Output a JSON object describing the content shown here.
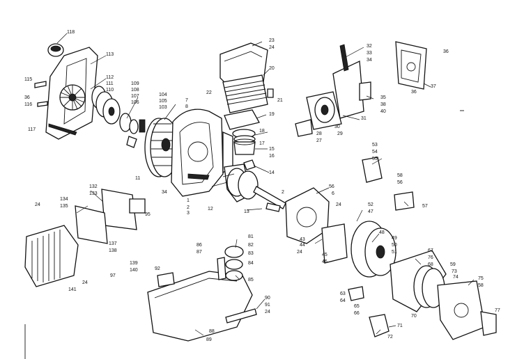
{
  "callouts": [
    {
      "id": "c118",
      "text": "118"
    },
    {
      "id": "c113",
      "text": "113"
    },
    {
      "id": "c115",
      "text": "115"
    },
    {
      "id": "c112",
      "text": "112"
    },
    {
      "id": "c111",
      "text": "111"
    },
    {
      "id": "c36a",
      "text": "36"
    },
    {
      "id": "c110",
      "text": "110"
    },
    {
      "id": "c116",
      "text": "116"
    },
    {
      "id": "c109",
      "text": "109"
    },
    {
      "id": "c108",
      "text": "108"
    },
    {
      "id": "c107",
      "text": "107"
    },
    {
      "id": "c106",
      "text": "106"
    },
    {
      "id": "c104",
      "text": "104"
    },
    {
      "id": "c105",
      "text": "105"
    },
    {
      "id": "c103",
      "text": "103"
    },
    {
      "id": "c117",
      "text": "117"
    },
    {
      "id": "c7",
      "text": "7"
    },
    {
      "id": "c8",
      "text": "8"
    },
    {
      "id": "c23",
      "text": "23"
    },
    {
      "id": "c24a",
      "text": "24"
    },
    {
      "id": "c20",
      "text": "20"
    },
    {
      "id": "c22",
      "text": "22"
    },
    {
      "id": "c21",
      "text": "21"
    },
    {
      "id": "c19",
      "text": "19"
    },
    {
      "id": "c18",
      "text": "18"
    },
    {
      "id": "c17",
      "text": "17"
    },
    {
      "id": "c15",
      "text": "15"
    },
    {
      "id": "c16",
      "text": "16"
    },
    {
      "id": "c14",
      "text": "14"
    },
    {
      "id": "c32a",
      "text": "32"
    },
    {
      "id": "c33",
      "text": "33"
    },
    {
      "id": "c34a",
      "text": "34"
    },
    {
      "id": "c36b",
      "text": "36"
    },
    {
      "id": "c37",
      "text": "37"
    },
    {
      "id": "c36c",
      "text": "36"
    },
    {
      "id": "c35a",
      "text": "35"
    },
    {
      "id": "c38",
      "text": "38"
    },
    {
      "id": "c40",
      "text": "40"
    },
    {
      "id": "c31",
      "text": "31"
    },
    {
      "id": "c30",
      "text": "30"
    },
    {
      "id": "c29",
      "text": "29"
    },
    {
      "id": "c28",
      "text": "28"
    },
    {
      "id": "c27",
      "text": "27"
    },
    {
      "id": "c53",
      "text": "53"
    },
    {
      "id": "c54",
      "text": "54"
    },
    {
      "id": "c55",
      "text": "55"
    },
    {
      "id": "c11",
      "text": "11"
    },
    {
      "id": "c34b",
      "text": "34"
    },
    {
      "id": "c1",
      "text": "1"
    },
    {
      "id": "c2a",
      "text": "2"
    },
    {
      "id": "c3",
      "text": "3"
    },
    {
      "id": "c12",
      "text": "12"
    },
    {
      "id": "c2b",
      "text": "2"
    },
    {
      "id": "c56a",
      "text": "56"
    },
    {
      "id": "c6",
      "text": "6"
    },
    {
      "id": "c58",
      "text": "58"
    },
    {
      "id": "c56b",
      "text": "56"
    },
    {
      "id": "c57",
      "text": "57"
    },
    {
      "id": "c132",
      "text": "132"
    },
    {
      "id": "c133",
      "text": "133"
    },
    {
      "id": "c134",
      "text": "134"
    },
    {
      "id": "c135",
      "text": "135"
    },
    {
      "id": "c24b",
      "text": "24"
    },
    {
      "id": "c95",
      "text": "95"
    },
    {
      "id": "c13",
      "text": "13"
    },
    {
      "id": "c24c",
      "text": "24"
    },
    {
      "id": "c52",
      "text": "52"
    },
    {
      "id": "c47",
      "text": "47"
    },
    {
      "id": "c137",
      "text": "137"
    },
    {
      "id": "c138",
      "text": "138"
    },
    {
      "id": "c139",
      "text": "139"
    },
    {
      "id": "c140",
      "text": "140"
    },
    {
      "id": "c97",
      "text": "97"
    },
    {
      "id": "c24d",
      "text": "24"
    },
    {
      "id": "c141",
      "text": "141"
    },
    {
      "id": "c81",
      "text": "81"
    },
    {
      "id": "c86",
      "text": "86"
    },
    {
      "id": "c82",
      "text": "82"
    },
    {
      "id": "c87",
      "text": "87"
    },
    {
      "id": "c83",
      "text": "83"
    },
    {
      "id": "c84",
      "text": "84"
    },
    {
      "id": "c85",
      "text": "85"
    },
    {
      "id": "c92",
      "text": "92"
    },
    {
      "id": "c48",
      "text": "48"
    },
    {
      "id": "c49",
      "text": "49"
    },
    {
      "id": "c50",
      "text": "50"
    },
    {
      "id": "c51",
      "text": "51"
    },
    {
      "id": "c43",
      "text": "43"
    },
    {
      "id": "c44",
      "text": "44"
    },
    {
      "id": "c45",
      "text": "45"
    },
    {
      "id": "c46",
      "text": "46"
    },
    {
      "id": "c24e",
      "text": "24"
    },
    {
      "id": "c67",
      "text": "67"
    },
    {
      "id": "c76",
      "text": "76"
    },
    {
      "id": "c68a",
      "text": "68"
    },
    {
      "id": "c59",
      "text": "59"
    },
    {
      "id": "c73",
      "text": "73"
    },
    {
      "id": "c74",
      "text": "74"
    },
    {
      "id": "c75",
      "text": "75"
    },
    {
      "id": "c58b",
      "text": "58"
    },
    {
      "id": "c63",
      "text": "63"
    },
    {
      "id": "c64",
      "text": "64"
    },
    {
      "id": "c65",
      "text": "65"
    },
    {
      "id": "c66",
      "text": "66"
    },
    {
      "id": "c70",
      "text": "70"
    },
    {
      "id": "c71",
      "text": "71"
    },
    {
      "id": "c72",
      "text": "72"
    },
    {
      "id": "c77",
      "text": "77"
    },
    {
      "id": "c90",
      "text": "90"
    },
    {
      "id": "c91",
      "text": "91"
    },
    {
      "id": "c24f",
      "text": "24"
    },
    {
      "id": "c88",
      "text": "88"
    },
    {
      "id": "c89",
      "text": "89"
    }
  ]
}
